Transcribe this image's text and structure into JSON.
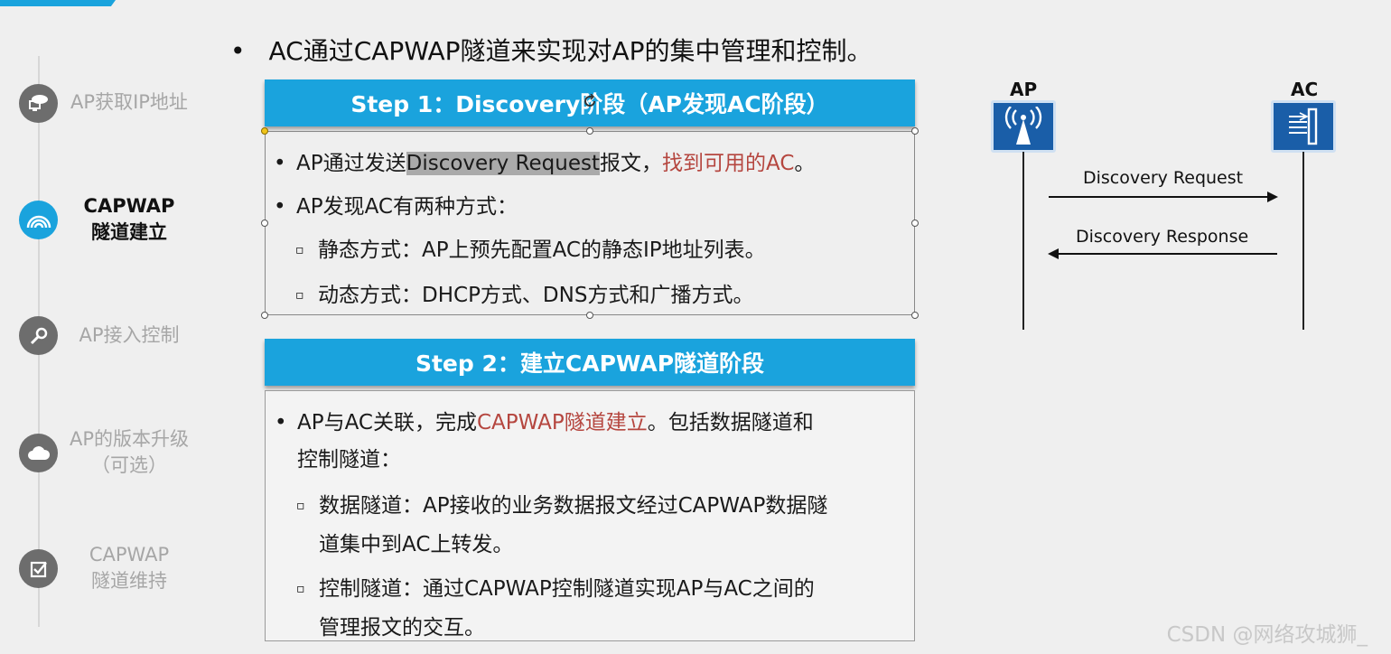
{
  "nav": {
    "items": [
      {
        "label": "AP获取IP地址",
        "icon": "network-computer-icon"
      },
      {
        "label_line1": "CAPWAP",
        "label_line2": "隧道建立",
        "icon": "rainbow-tunnel-icon",
        "active": true
      },
      {
        "label": "AP接入控制",
        "icon": "key-icon"
      },
      {
        "label_line1": "AP的版本升级",
        "label_line2": "（可选）",
        "icon": "cloud-upgrade-icon"
      },
      {
        "label_line1": "CAPWAP",
        "label_line2": "隧道维持",
        "icon": "checkbox-icon"
      }
    ]
  },
  "headline": {
    "bullet": "•",
    "text": "AC通过CAPWAP隧道来实现对AP的集中管理和控制。"
  },
  "step1": {
    "title": "Step 1：Discovery阶段（AP发现AC阶段）",
    "l1_a": "AP通过发送",
    "l1_hl": "Discovery Request",
    "l1_b": "报文，",
    "l1_red": "找到可用的AC",
    "l1_c": "。",
    "l2": "AP发现AC有两种方式：",
    "l3": "静态方式：AP上预先配置AC的静态IP地址列表。",
    "l4": "动态方式：DHCP方式、DNS方式和广播方式。"
  },
  "step2": {
    "title": "Step 2：建立CAPWAP隧道阶段",
    "l1_a": "AP与AC关联，完成",
    "l1_red": "CAPWAP隧道建立",
    "l1_b": "。包括数据隧道和",
    "l2": "控制隧道：",
    "l3": "数据隧道：AP接收的业务数据报文经过CAPWAP数据隧",
    "l4": "道集中到AC上转发。",
    "l5": "控制隧道：通过CAPWAP控制隧道实现AP与AC之间的",
    "l6": "管理报文的交互。"
  },
  "bullets": {
    "round": "•",
    "square": "▫"
  },
  "diagram": {
    "ap_label": "AP",
    "ac_label": "AC",
    "msg1": "Discovery Request",
    "msg2": "Discovery Response"
  },
  "watermark": "CSDN @网络攻城狮_",
  "colors": {
    "accent": "#1aa3dd",
    "highlight_red": "#b5463f",
    "device_blue": "#1a5ea8"
  }
}
